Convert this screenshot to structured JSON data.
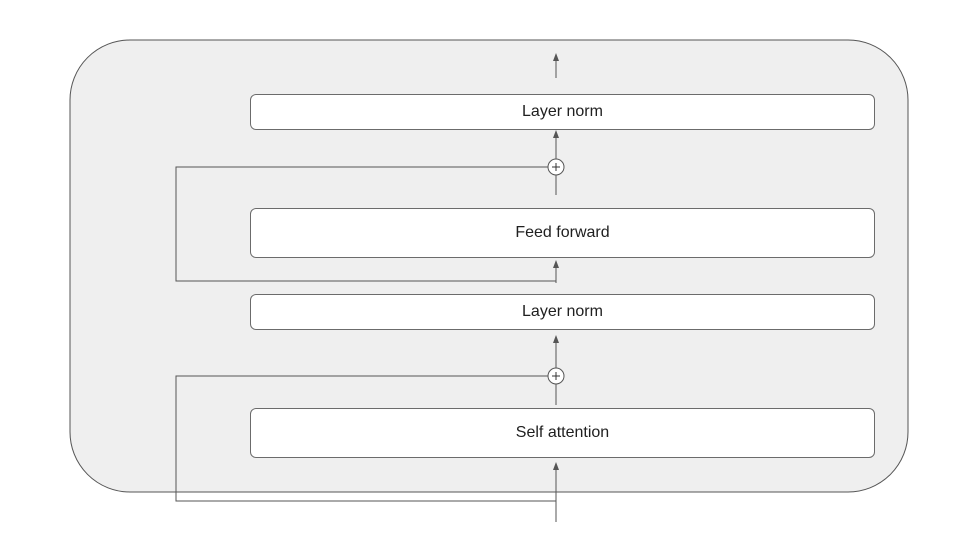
{
  "blocks": {
    "layer_norm_top": "Layer norm",
    "feed_forward": "Feed forward",
    "layer_norm_mid": "Layer norm",
    "self_attention": "Self attention"
  },
  "colors": {
    "container_fill": "#efefef",
    "stroke": "#555555",
    "block_fill": "#ffffff"
  }
}
